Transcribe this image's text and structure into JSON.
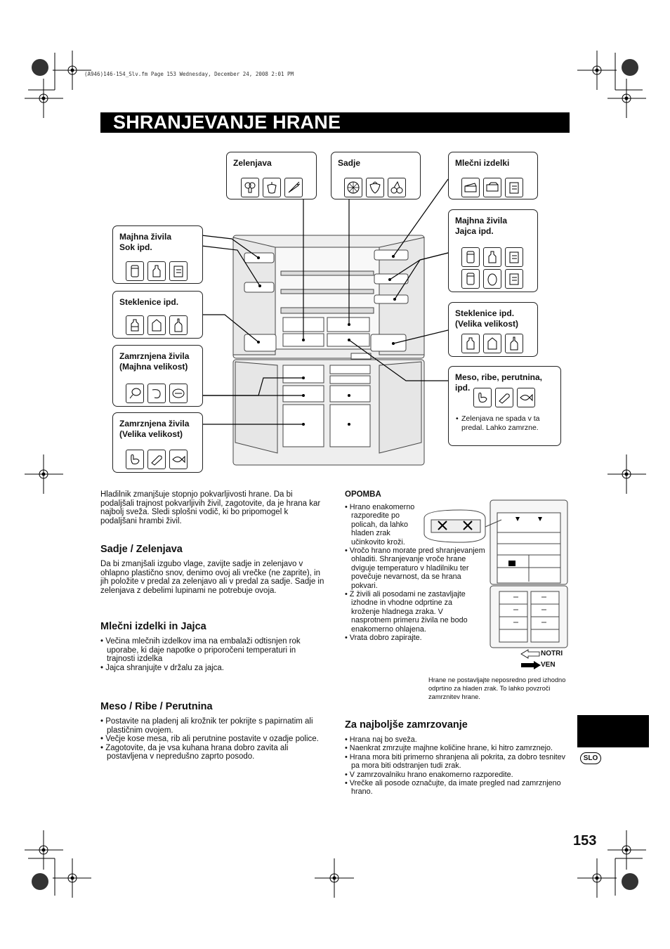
{
  "file_header": "(A946)146-154_Slv.fm  Page 153  Wednesday, December 24, 2008  2:01 PM",
  "title": "SHRANJEVANJE HRANE",
  "diagram": {
    "zelenjava": "Zelenjava",
    "sadje": "Sadje",
    "mlecni": "Mlečni izdelki",
    "majhna_sok_1": "Majhna živila",
    "majhna_sok_2": "Sok ipd.",
    "steklenice": "Steklenice ipd.",
    "zamrznjena_majhna_1": "Zamrznjena živila",
    "zamrznjena_majhna_2": "(Majhna velikost)",
    "zamrznjena_velika_1": "Zamrznjena živila",
    "zamrznjena_velika_2": "(Velika velikost)",
    "majhna_jajca_1": "Majhna živila",
    "majhna_jajca_2": "Jajca ipd.",
    "steklenice_velika_1": "Steklenice ipd.",
    "steklenice_velika_2": "(Velika velikost)",
    "meso_1": "Meso, ribe, perutnina,",
    "meso_2": "ipd.",
    "meso_note": "Zelenjava ne spada v ta predal. Lahko zamrzne."
  },
  "intro": "Hladilnik zmanjšuje stopnjo pokvarljivosti hrane. Da bi podaljšali trajnost pokvarljivih živil, zagotovite, da je hrana kar najbolj sveža. Sledi splošni vodič, ki bo pripomogel k podaljšani hrambi živil.",
  "sec1": {
    "heading": "Sadje / Zelenjava",
    "text": "Da bi zmanjšali izgubo vlage, zavijte sadje in zelenjavo v ohlapno plastično snov, denimo ovoj ali vrečke (ne zaprite), in jih položite v predal za zelenjavo ali v predal za sadje. Sadje in zelenjava z debelimi lupinami ne potrebuje ovoja."
  },
  "sec2": {
    "heading": "Mlečni izdelki in Jajca",
    "items": [
      "Večina mlečnih izdelkov ima na embalaži odtisnjen rok uporabe, ki daje napotke o priporočeni temperaturi in trajnosti izdelka",
      "Jajca shranjujte v držalu za jajca."
    ]
  },
  "sec3": {
    "heading": "Meso / Ribe / Perutnina",
    "items": [
      "Postavite na pladenj ali krožnik ter pokrijte s papirnatim ali plastičnim ovojem.",
      "Večje kose mesa, rib ali perutnine postavite v ozadje police.",
      "Zagotovite, da je vsa kuhana hrana dobro zavita ali postavljena v nepredušno zaprto posodo."
    ]
  },
  "opomba": {
    "heading": "OPOMBA",
    "items": [
      "Hrano enakomerno razporedite po policah, da lahko hladen zrak učinkovito kroži.",
      "Vročo hrano morate pred shranjevanjem ohladiti. Shranjevanje vroče hrane dviguje temperaturo v hladilniku ter povečuje nevarnost, da se hrana pokvari.",
      "Z živili ali posodami ne zastavljajte izhodne in vhodne odprtine za kroženje hladnega zraka. V nasprotnem primeru živila ne bodo enakomerno ohlajena.",
      "Vrata dobro zapirajte."
    ],
    "legend_in": "NOTRI",
    "legend_out": "VEN",
    "caption": "Hrane ne postavljajte neposredno pred izhodno odprtino za hladen zrak. To lahko povzroči zamrznitev hrane."
  },
  "sec4": {
    "heading": "Za najboljše zamrzovanje",
    "items": [
      "Hrana naj bo sveža.",
      "Naenkrat zmrzujte majhne količine hrane, ki hitro zamrznejo.",
      "Hrana mora biti primerno shranjena ali pokrita, za dobro tesnitev pa mora biti odstranjen tudi zrak.",
      "V zamrzovalniku hrano enakomerno razporedite.",
      "Vrečke ali posode označujte, da imate pregled nad zamrznjeno hrano."
    ]
  },
  "lang": "SLO",
  "page_number": "153"
}
